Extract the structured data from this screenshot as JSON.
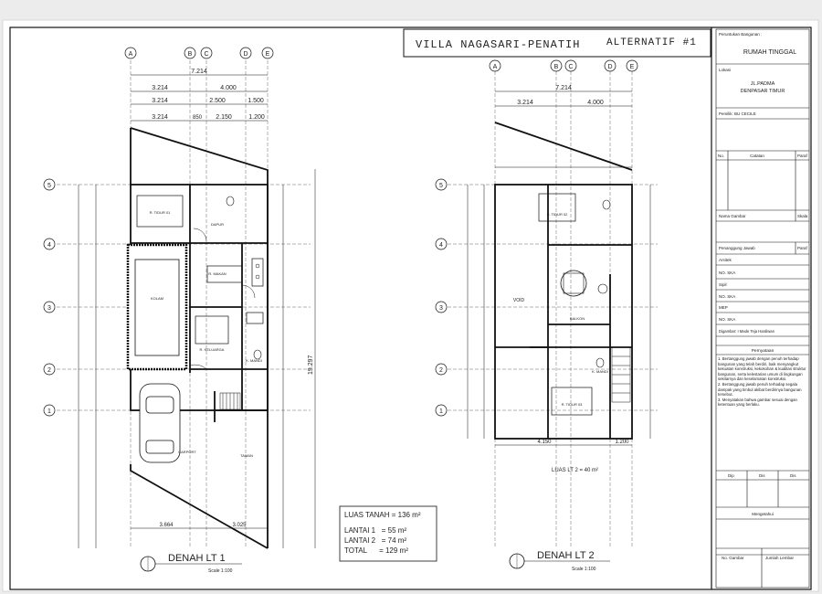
{
  "header": {
    "project": "VILLA NAGASARI-PENATIH",
    "alternative": "ALTERNATIF #1"
  },
  "grid": {
    "columns": [
      "A",
      "B",
      "C",
      "D",
      "E"
    ],
    "rows": [
      "5",
      "4",
      "3",
      "2",
      "1"
    ]
  },
  "plan1": {
    "title": "DENAH LT 1",
    "scale": "Scale 1:100",
    "dims_total": "7.214",
    "dims_row1": [
      "3.214",
      "4.000"
    ],
    "dims_row2": [
      "3.214",
      "2.500",
      "1.500"
    ],
    "dims_row3": [
      "3.214",
      "850",
      "2.150",
      "1.200"
    ],
    "dim_vertical": "19.297",
    "dims_bottom": [
      "3.664",
      "3.025"
    ],
    "room_labels": [
      "R. TIDUR 01",
      "DAPUR",
      "R. MAKAN",
      "KOLAM",
      "R. KELUARGA",
      "CARPORT",
      "TAMAN",
      "K. MANDI"
    ]
  },
  "plan2": {
    "title": "DENAH LT 2",
    "scale": "Scale 1:100",
    "area_label": "LUAS LT 2 = 40 m²",
    "dims_total": "7.214",
    "dims_row1": [
      "3.214",
      "4.000"
    ],
    "dims_bottom": [
      "4.150",
      "1.200"
    ],
    "room_labels": [
      "R. TIDUR 02",
      "R. TIDUR 03",
      "VOID",
      "K. MANDI",
      "BALKON"
    ]
  },
  "areas": {
    "land": "LUAS TANAH = 136 m²",
    "floor1": "LANTAI 1   = 55 m²",
    "floor2": "LANTAI 2   = 74 m²",
    "total": "TOTAL      = 129 m²"
  },
  "title_block": {
    "peruntukan_label": "Peruntukan Bangunan :",
    "peruntukan_value": "RUMAH TINGGAL",
    "lokasi_label": "Lokasi",
    "lokasi_line1": "JL.PADMA",
    "lokasi_line2": "DENPASAR TIMUR",
    "pemilik": "Pemilik: BU CECILE",
    "no_label": "No.",
    "catatan_label": "Catatan",
    "paraf_label": "Paraf",
    "nama_gambar_label": "Nama Gambar",
    "skala_label": "Skala",
    "penanggung_label": "Penanggung Jawab",
    "paraf2_label": "Paraf",
    "arsitek_label": "Arsitek",
    "no_ska1": "NO. SKA",
    "sipil_label": "Sipil",
    "no_ska2": "NO. SKA",
    "mep_label": "MEP",
    "no_ska3": "NO. SKA",
    "digambar": "Digambar: I Made Teja Hardiwan",
    "pernyataan_title": "Pernyataan",
    "pernyataan_items": [
      "1. Bertanggung jawab dengan penuh terhadap bangunan yang telah berdiri, baik menyangkut kekuatan konstruksi, kekokohan & kualitas struktur bangunan, serta kelestarian umum di lingkungan sekitarnya dan keselamatan konstruksi.",
      "2. Bertanggung jawab penuh terhadap segala dampak yang timbul akibat berdirinya bangunan tersebut.",
      "3. Menyatakan bahwa gambar sesuai dengan ketentuan yang berlaku."
    ],
    "diperiksa": "Dip",
    "disetujui": "Dis",
    "disahkan": "Dis",
    "mengetahui": "Mengetahui",
    "no_gambar": "No. Gambar",
    "jumlah_lembar": "Jumlah Lembar"
  }
}
